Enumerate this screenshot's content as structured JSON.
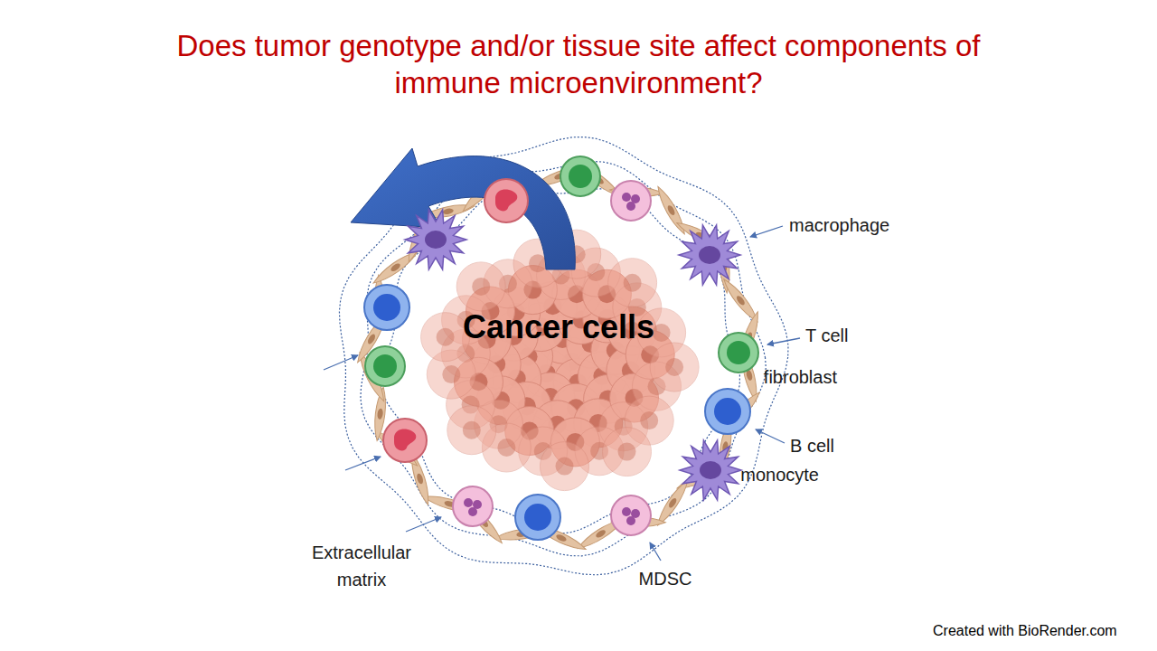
{
  "diagram": {
    "title": "Does tumor genotype and/or tissue site affect components of immune microenvironment?",
    "nodes": [
      {
        "text": [
          "Cancer cells"
        ]
      }
    ],
    "labels": [
      "macrophage",
      "T cell",
      "fibroblast",
      "B cell",
      "monocyte",
      "Extracellular matrix",
      "MDSC",
      "Created with BioRender.com"
    ]
  }
}
